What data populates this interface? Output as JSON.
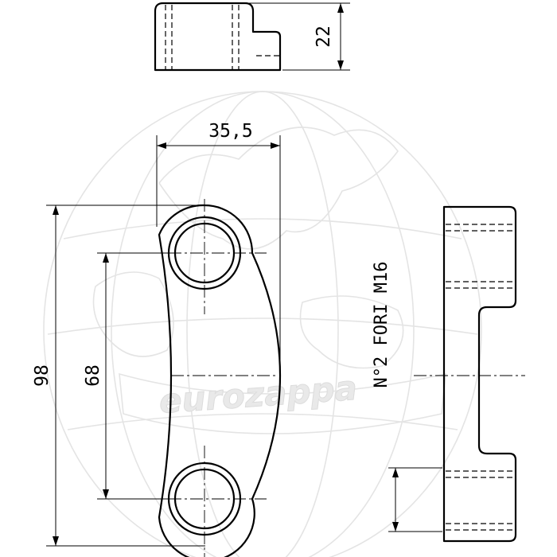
{
  "watermark": {
    "text": "eurozappa"
  },
  "dimensions": {
    "height_top_view": "22",
    "width": "35,5",
    "overall_length": "98",
    "hole_spacing": "68"
  },
  "note": "N°2 FORI M16"
}
